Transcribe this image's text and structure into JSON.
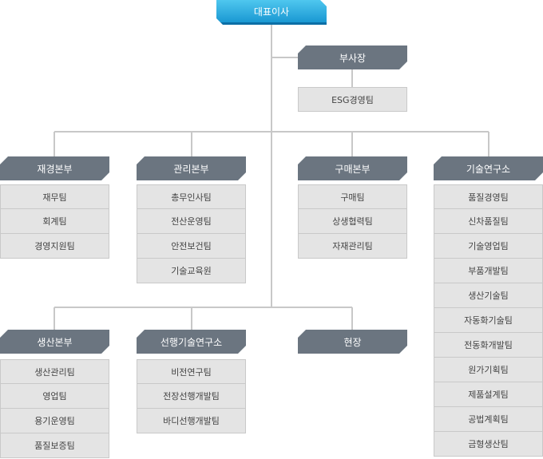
{
  "ceo": "대표이사",
  "vp": {
    "title": "부사장",
    "team": "ESG경영팀"
  },
  "divisions": [
    {
      "title": "재경본부",
      "teams": [
        "재무팀",
        "회계팀",
        "경영지원팀"
      ]
    },
    {
      "title": "관리본부",
      "teams": [
        "총무인사팀",
        "전산운영팀",
        "안전보건팀",
        "기술교육원"
      ]
    },
    {
      "title": "구매본부",
      "teams": [
        "구매팀",
        "상생협력팀",
        "자재관리팀"
      ]
    },
    {
      "title": "기술연구소",
      "teams": [
        "품질경영팀",
        "신차품질팀",
        "기술영업팀",
        "부품개발팀",
        "생산기술팀",
        "자동화기술팀",
        "전동화개발팀",
        "원가기획팀",
        "제품설계팀",
        "공법계획팀",
        "금형생산팀"
      ]
    },
    {
      "title": "생산본부",
      "teams": [
        "생산관리팀",
        "영업팀",
        "용기운영팀",
        "품질보증팀"
      ]
    },
    {
      "title": "선행기술연구소",
      "teams": [
        "비전연구팀",
        "전장선행개발팀",
        "바디선행개발팀"
      ]
    },
    {
      "title": "현장",
      "teams": []
    }
  ]
}
